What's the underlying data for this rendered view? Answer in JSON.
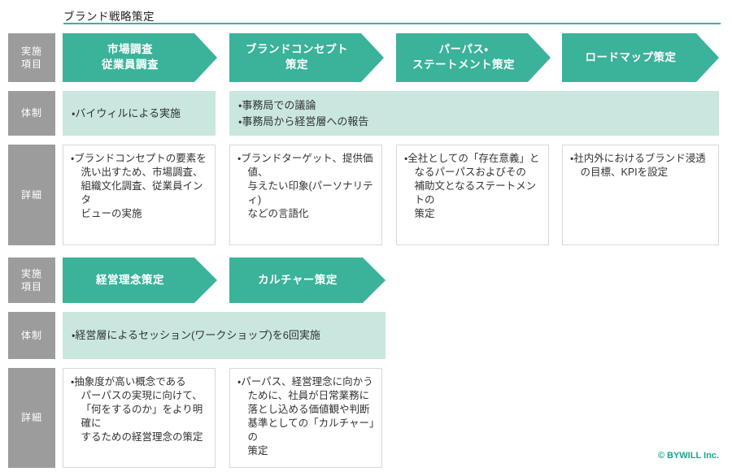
{
  "title": "ブランド戦略策定",
  "copyright": "© BYWILL Inc.",
  "colors": {
    "accent_teal": "#3bb29a",
    "light_teal": "#c9e7df",
    "label_gray": "#9c9c9c",
    "box_border": "#d8d8d8",
    "copyright_teal": "#18a38e"
  },
  "row_labels": {
    "items": "実施\n項目",
    "structure": "体制",
    "detail": "詳細"
  },
  "section1": {
    "steps": [
      "市場調査\n従業員調査",
      "ブランドコンセプト\n策定",
      "パーパス・\nステートメント策定",
      "ロードマップ策定"
    ],
    "structure": {
      "box1": [
        "・バイウィルによる実施"
      ],
      "box2": [
        "・事務局での議論",
        "・事務局から経営層への報告"
      ]
    },
    "details": [
      "・ブランドコンセプトの要素を\n洗い出すため、市場調査、\n組織文化調査、従業員インタ\nビューの実施",
      "・ブランドターゲット、提供価値、\n与えたい印象(パーソナリティ)\nなどの言語化",
      "・全社としての「存在意義」と\nなるパーパスおよびその\n補助文となるステートメントの\n策定",
      "・社内外におけるブランド浸透\nの目標、KPIを設定"
    ]
  },
  "section2": {
    "steps": [
      "経営理念策定",
      "カルチャー策定"
    ],
    "structure": {
      "box1": [
        "・経営層によるセッション(ワークショップ)を6回実施"
      ]
    },
    "details": [
      "・抽象度が高い概念である\nパーパスの実現に向けて、\n「何をするのか」をより明確に\nするための経営理念の策定",
      "・パーパス、経営理念に向かう\nために、社員が日常業務に\n落とし込める価値観や判断\n基準としての「カルチャー」の\n策定"
    ]
  }
}
